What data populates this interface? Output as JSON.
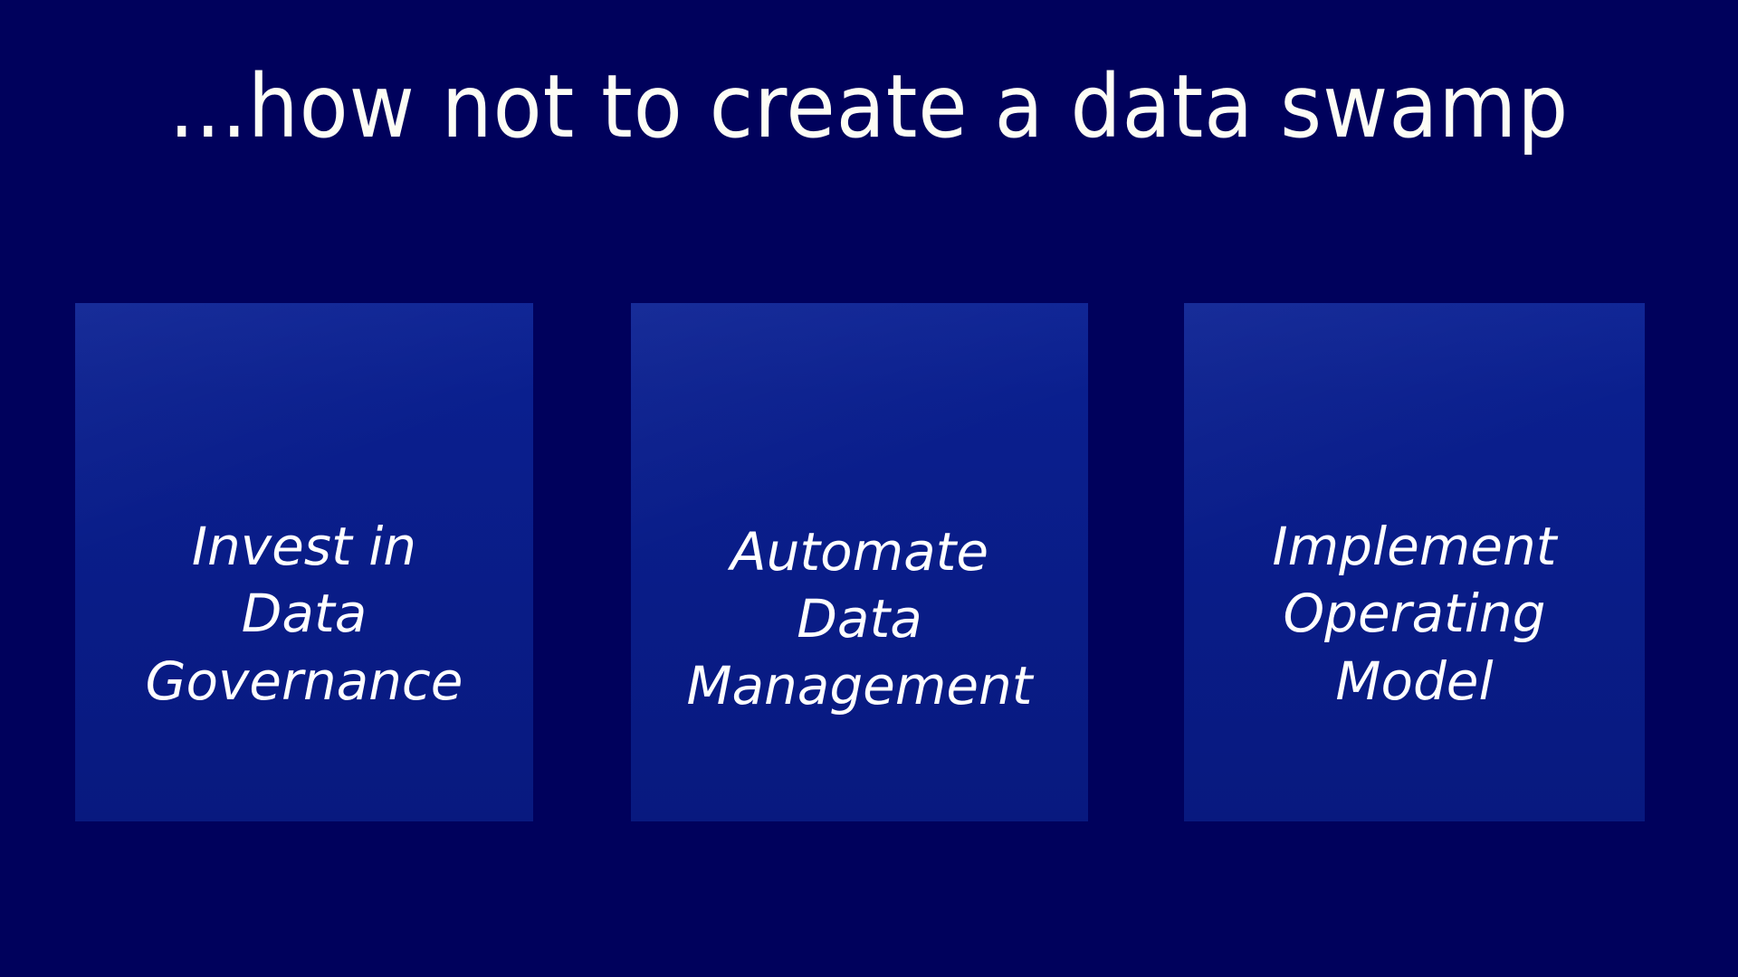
{
  "slide": {
    "title": "...how not to create a data swamp",
    "background_color": "#00015c",
    "panel_color": "#0a1f8e",
    "text_color": "#ffffff"
  },
  "panels": [
    {
      "id": "invest-in-data-governance",
      "text": "Invest in\nData\nGovernance",
      "lines": [
        "Invest in",
        "Data",
        "Governance"
      ]
    },
    {
      "id": "automate-data-management",
      "text": "Automate\nData\nManagement",
      "lines": [
        "Automate",
        "Data",
        "Management"
      ]
    },
    {
      "id": "implement-operating-model",
      "text": "Implement\nOperating\nModel",
      "lines": [
        "Implement",
        "Operating",
        "Model"
      ]
    }
  ]
}
